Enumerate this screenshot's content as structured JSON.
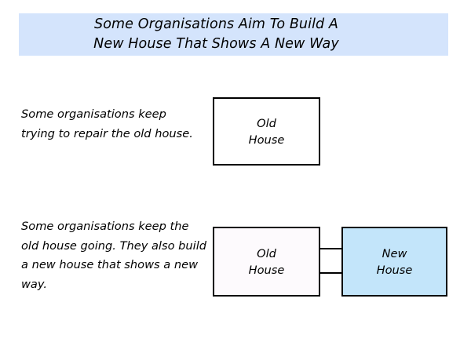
{
  "slide": {
    "title": {
      "line1": "Some Organisations Aim To Build A",
      "line2": "New House That Shows A New Way",
      "background_color": "#d4e4fc"
    },
    "sections": [
      {
        "paragraph": "Some organisations keep trying to repair the old house.",
        "boxes": [
          {
            "label_line1": "Old",
            "label_line2": "House",
            "fill_color": "#ffffff"
          }
        ]
      },
      {
        "paragraph": "Some organisations keep the old house going. They also build a new house that shows a new way.",
        "boxes": [
          {
            "label_line1": "Old",
            "label_line2": "House",
            "fill_color": "#fdfafd"
          },
          {
            "label_line1": "New",
            "label_line2": "House",
            "fill_color": "#c3e5fa"
          }
        ],
        "connectors": 2
      }
    ],
    "border_color": "#000000",
    "page_background": "#ffffff"
  }
}
